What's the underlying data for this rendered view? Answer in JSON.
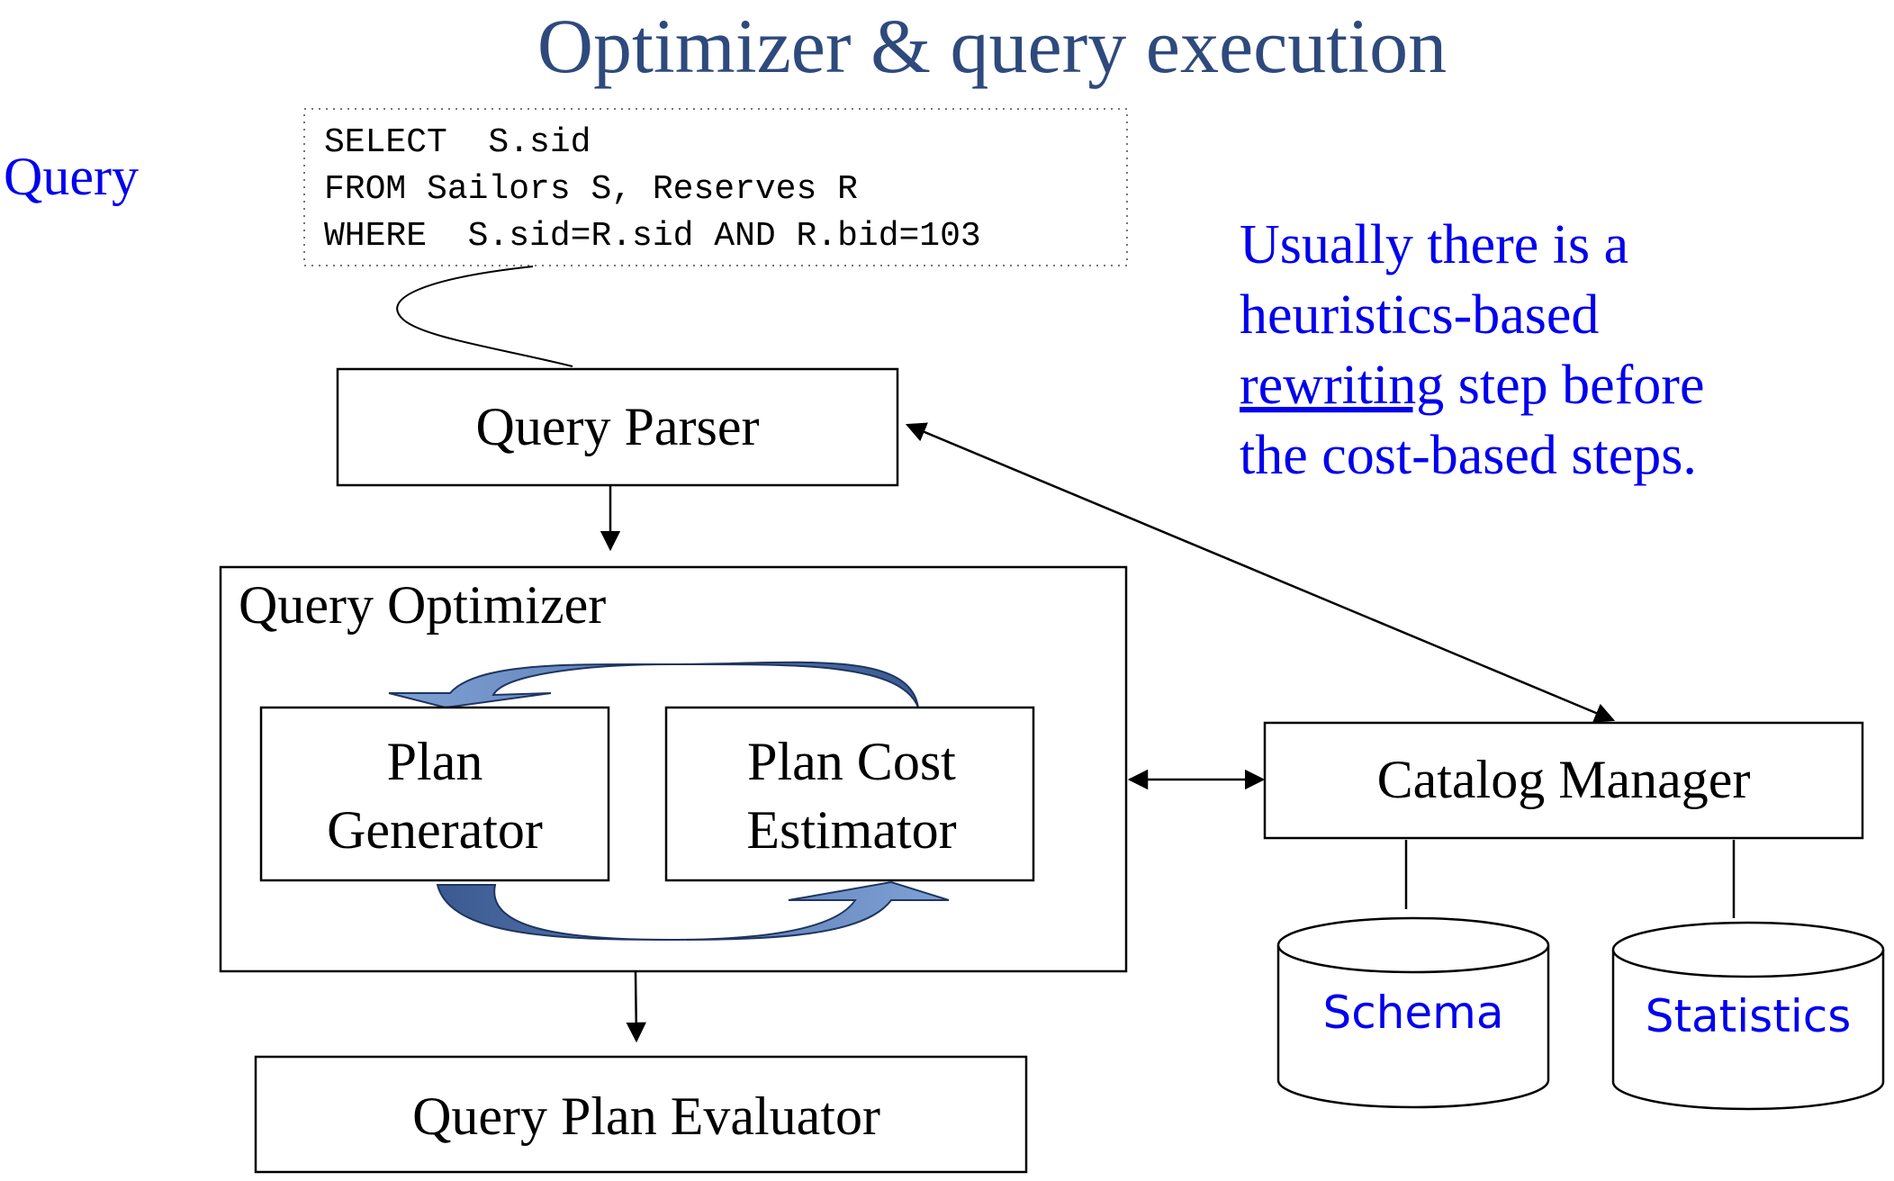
{
  "title": "Optimizer & query execution",
  "query_label": "Query",
  "sql": {
    "line1": "SELECT  S.sid",
    "line2": "FROM Sailors S, Reserves R",
    "line3": "WHERE  S.sid=R.sid AND R.bid=103"
  },
  "note": {
    "line1": "Usually there is a",
    "line2": "heuristics-based",
    "line3_link": "rewriting",
    "line3_rest": " step before",
    "line4": "the cost-based steps."
  },
  "boxes": {
    "parser": "Query Parser",
    "optimizer": "Query Optimizer",
    "plan_generator_1": "Plan",
    "plan_generator_2": "Generator",
    "cost_estimator_1": "Plan Cost",
    "cost_estimator_2": "Estimator",
    "catalog": "Catalog Manager",
    "evaluator": "Query Plan Evaluator"
  },
  "stores": {
    "schema": "Schema",
    "statistics": "Statistics"
  },
  "colors": {
    "title": "#2E4A7D",
    "blue_text": "#0000EE",
    "loop_arrow_fill": "#5B7FB8",
    "loop_arrow_stroke": "#1F3560"
  }
}
